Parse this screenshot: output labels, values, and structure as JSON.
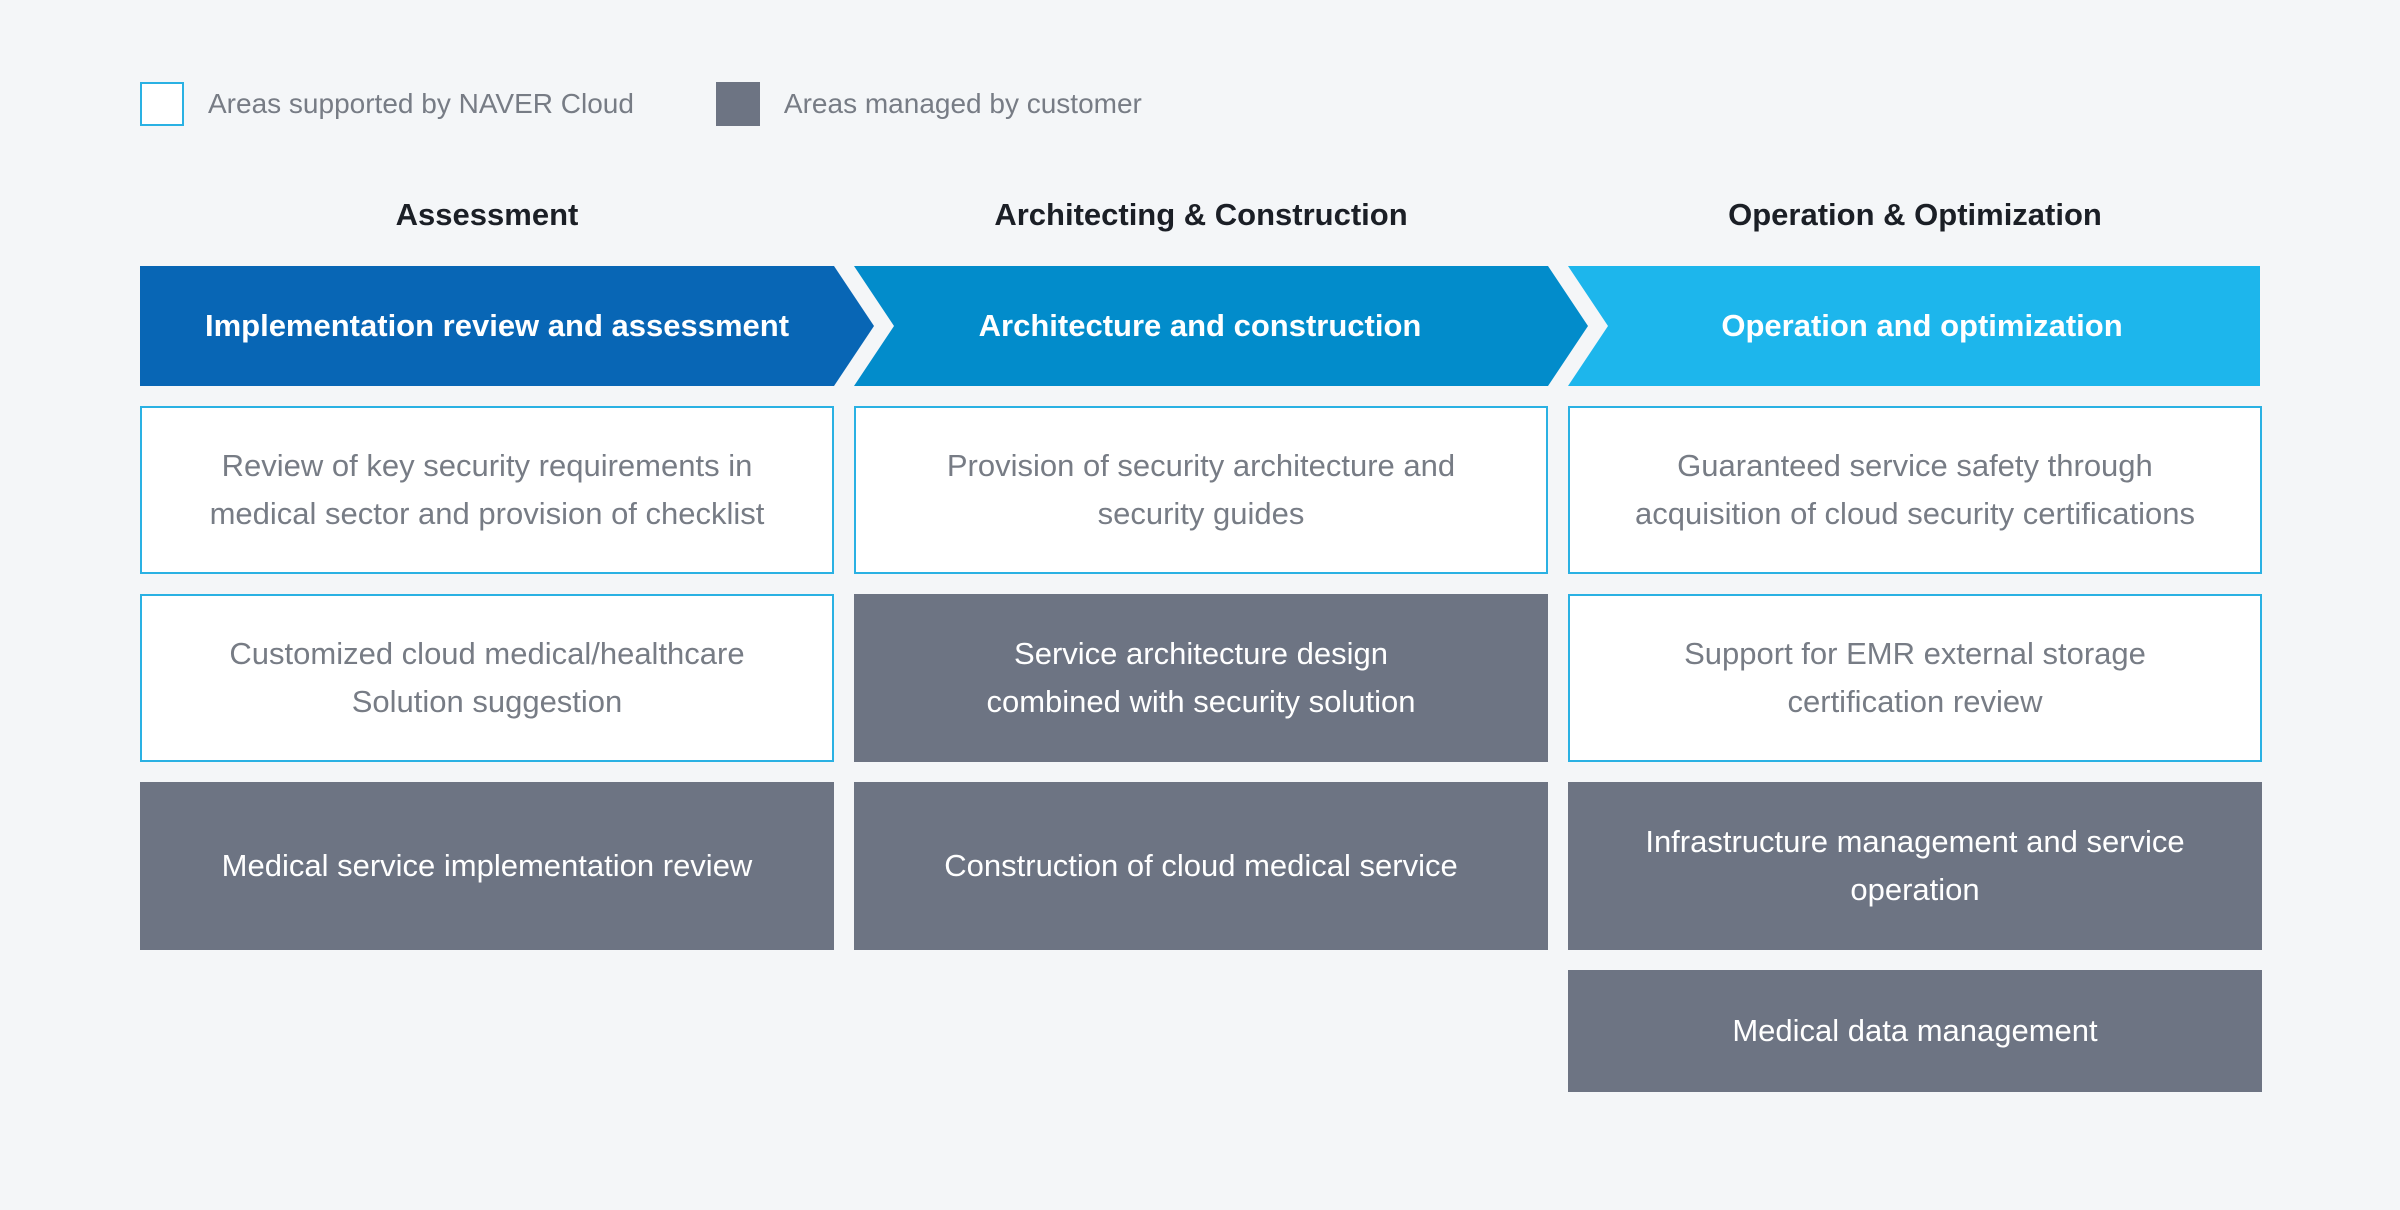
{
  "legend": {
    "supported_label": "Areas supported by NAVER Cloud",
    "managed_label": "Areas managed by customer",
    "supported_color": "#2ab1e3",
    "managed_color": "#6d7483"
  },
  "columns": [
    {
      "heading": "Assessment",
      "banner": "Implementation review and assessment",
      "banner_color": "#0866b5",
      "cards": [
        {
          "text": "Review of key security requirements in\nmedical sector and provision of checklist",
          "type": "supported"
        },
        {
          "text": "Customized cloud medical/healthcare\nSolution suggestion",
          "type": "supported"
        },
        {
          "text": "Medical service implementation review",
          "type": "managed"
        }
      ]
    },
    {
      "heading": "Architecting & Construction",
      "banner": "Architecture and construction",
      "banner_color": "#028ccb",
      "cards": [
        {
          "text": "Provision of security architecture and\nsecurity guides",
          "type": "supported"
        },
        {
          "text": "Service architecture design\ncombined with security solution",
          "type": "managed"
        },
        {
          "text": "Construction of cloud medical service",
          "type": "managed"
        }
      ]
    },
    {
      "heading": "Operation & Optimization",
      "banner": "Operation and optimization",
      "banner_color": "#1db6ec",
      "cards": [
        {
          "text": "Guaranteed service safety through\nacquisition of cloud security certifications",
          "type": "supported"
        },
        {
          "text": "Support for EMR external storage\ncertification review",
          "type": "supported"
        },
        {
          "text": "Infrastructure management and service\noperation",
          "type": "managed"
        },
        {
          "text": "Medical data management",
          "type": "managed"
        }
      ]
    }
  ]
}
